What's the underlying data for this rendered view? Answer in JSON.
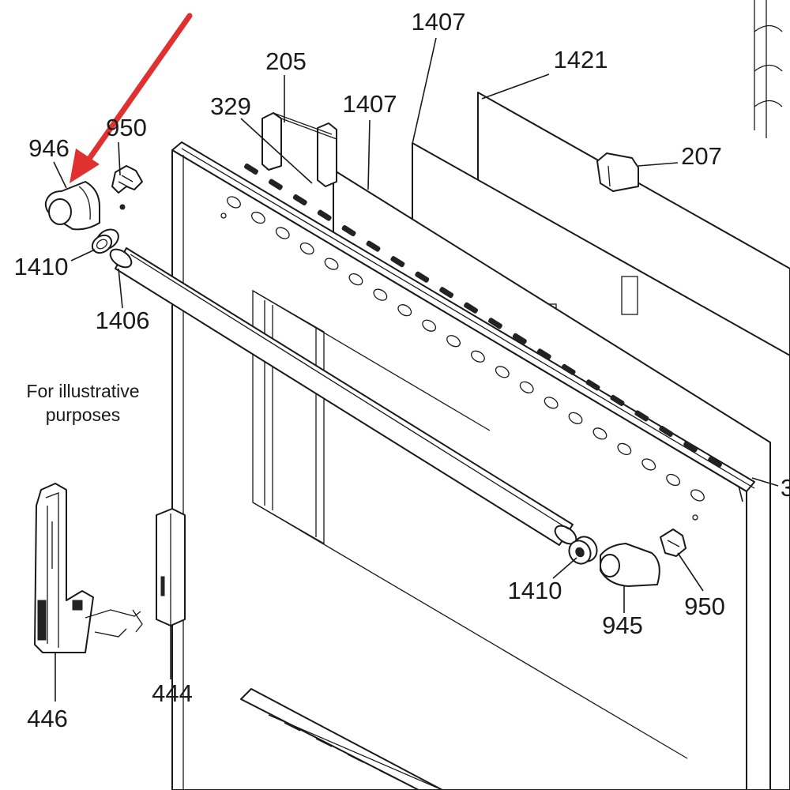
{
  "diagram": {
    "callouts": {
      "c205": "205",
      "c329": "329",
      "c1407a": "1407",
      "c1407b": "1407",
      "c1421": "1421",
      "c207": "207",
      "c946": "946",
      "c950a": "950",
      "c1410a": "1410",
      "c1406": "1406",
      "c1410b": "1410",
      "c945": "945",
      "c950b": "950",
      "c444": "444",
      "c446": "446",
      "c3": "3"
    },
    "note": {
      "line1": "For illustrative",
      "line2": "purposes"
    },
    "colors": {
      "arrow": "#e03030",
      "ink": "#1a1a1a"
    }
  }
}
